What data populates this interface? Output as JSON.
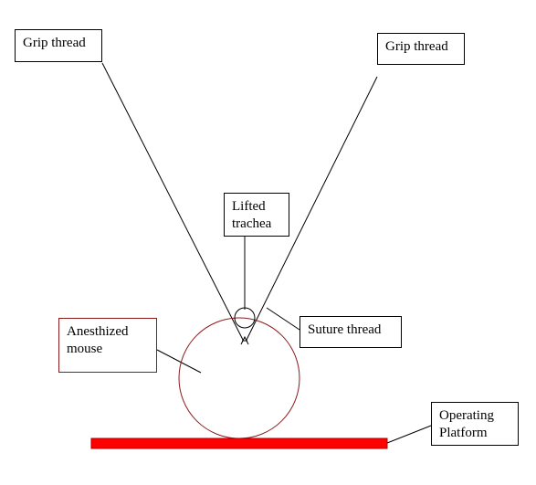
{
  "labels": {
    "grip_left": "Grip thread",
    "grip_right": "Grip thread",
    "lifted_trachea": "Lifted\ntrachea",
    "suture_thread": "Suture thread",
    "anesthized_mouse": "Anesthized\nmouse",
    "operating_platform": "Operating\nPlatform"
  },
  "colors": {
    "platform": "#ff0000",
    "platform_border": "#b00000",
    "mouse_outline": "#8b1a1a",
    "mouse_label_border": "#8b1a1a",
    "line": "#000000"
  }
}
